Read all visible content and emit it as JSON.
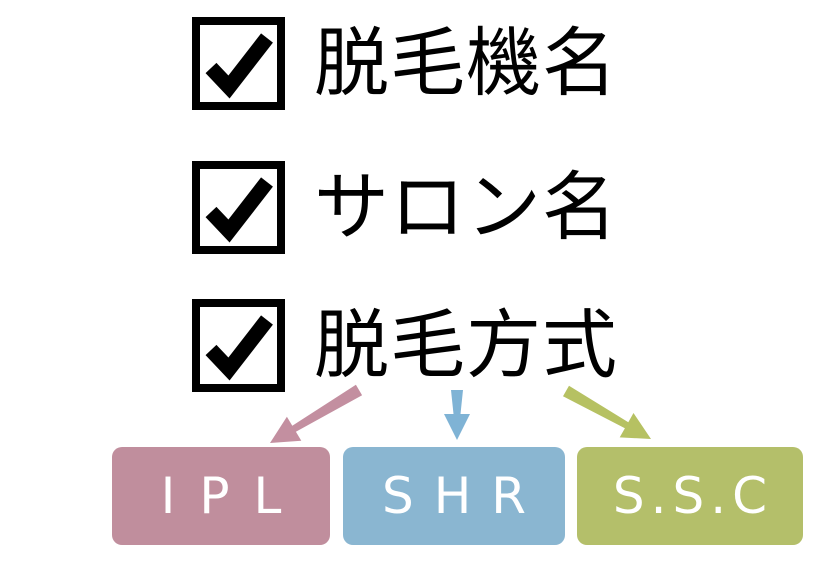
{
  "checklist": {
    "items": [
      {
        "label": "脱毛機名",
        "checked": true
      },
      {
        "label": "サロン名",
        "checked": true
      },
      {
        "label": "脱毛方式",
        "checked": true
      }
    ]
  },
  "methods": {
    "boxes": [
      {
        "label": "IPL",
        "color": "#c08e9d"
      },
      {
        "label": "SHR",
        "color": "#8ab6d1"
      },
      {
        "label": "S.S.C",
        "color": "#b4bf6a"
      }
    ]
  },
  "arrows": [
    {
      "name": "arrow-to-ipl",
      "color": "#c38fa0"
    },
    {
      "name": "arrow-to-shr",
      "color": "#7fb3d5"
    },
    {
      "name": "arrow-to-ssc",
      "color": "#b6c162"
    }
  ],
  "colors": {
    "background": "#ffffff",
    "checkbox": "#000000",
    "text": "#000000",
    "box_label": "#ffffff"
  }
}
